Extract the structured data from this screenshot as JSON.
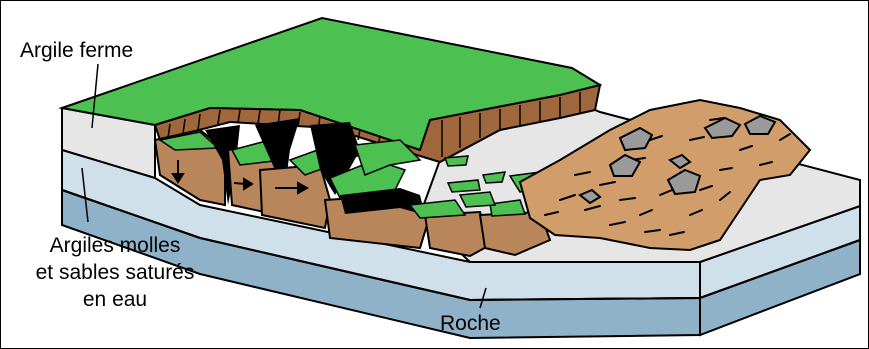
{
  "labels": {
    "firm_clay": "Argile ferme",
    "soft_clay_line1": "Argiles molles",
    "soft_clay_line2": "et sables saturés",
    "soft_clay_line3": "en eau",
    "rock": "Roche"
  },
  "colors": {
    "firm_clay_surface": "#4cc151",
    "firm_clay_side": "#e6e6e6",
    "soft_clay_layer": "#cfe0ea",
    "rock_layer": "#8fb2c9",
    "soil_brown": "#b8865a",
    "debris": "#d19d6a",
    "boulder": "#9a9a9a",
    "outline": "#000000"
  }
}
